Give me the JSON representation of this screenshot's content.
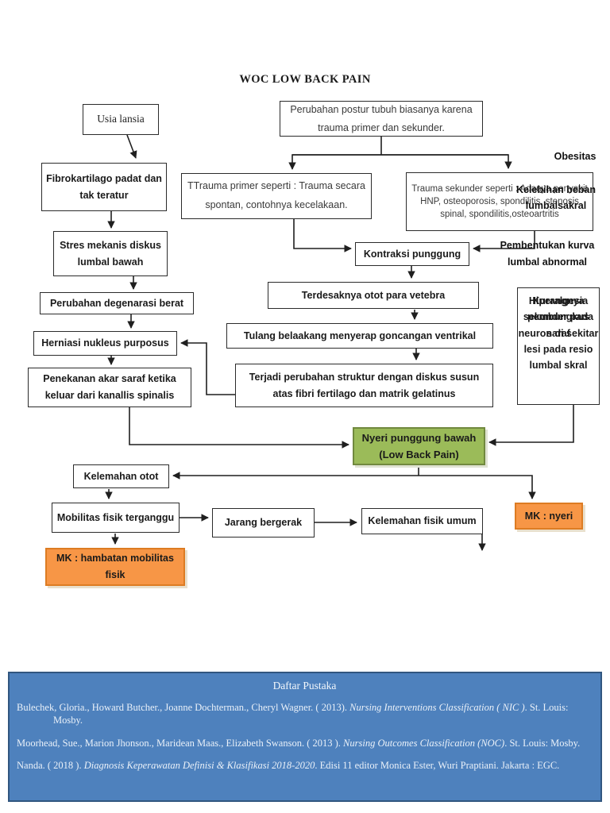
{
  "title": "WOC LOW BACK PAIN",
  "nodes": {
    "usia_lansia": "Usia lansia",
    "perubahan_postur": "Perubahan postur tubuh biasanya karena trauma primer dan sekunder.",
    "fibrokartilago": "Fibrokartilago padat dan tak teratur",
    "trauma_primer": "TTrauma primer seperti : Trauma secara spontan, contohnya kecelakaan.",
    "trauma_sekunder": "Trauma sekunder seperti : Adanya penyakit HNP, osteoporosis, spondilitis, stenosis spinal, spondilitis,osteoartritis",
    "stres_mekanis": "Stres mekanis diskus lumbal bawah",
    "kontraksi_punggung": "Kontraksi punggung",
    "terdesaknya_otot": "Terdesaknya otot para vetebra",
    "perubahan_degenarasi": "Perubahan degenarasi berat",
    "tulang_belakang": "Tulang belaakang menyerap goncangan ventrikal",
    "herniasi": "Herniasi nukleus purposus",
    "hiperalgesia": "Hiperalgesia sekunder pada neuron di sekitar lesi pada resio lumbal skral",
    "kurangnya": "Kurangnya pembungkus saraf",
    "terjadi_perubahan": "Terjadi perubahan struktur dengan diskus susun atas fibri fertilago dan matrik gelatinus",
    "penekanan_akar": "Penekanan akar saraf ketika keluar dari kanallis spinalis",
    "nyeri_punggung": "Nyeri punggung bawah (Low Back Pain)",
    "kelemahan_otot": "Kelemahan otot",
    "mobilitas_fisik": "Mobilitas fisik terganggu",
    "jarang_bergerak": "Jarang bergerak",
    "kelemahan_fisik": "Kelemahan fisik umum",
    "mk_nyeri": "MK : nyeri",
    "mk_hambatan": "MK : hambatan mobilitas fisik"
  },
  "floating_labels": {
    "obesitas": "Obesitas",
    "kelebihan_beban": "Kelebihan beban lumbalsakral",
    "pembentukan_kurva": "Pembentukan kurva lumbal abnormal"
  },
  "colors": {
    "outcome_green": "#9BBB59",
    "outcome_green_border": "#71893F",
    "mk_orange": "#F79646",
    "mk_orange_border": "#DD7C23",
    "references_blue": "#4E81BD",
    "references_blue_border": "#31567F",
    "line_black": "#1f1f1f"
  },
  "daftar_pustaka": {
    "title": "Daftar Pustaka",
    "references": [
      {
        "before": "Bulechek, Gloria., Howard Butcher., Joanne Dochterman., Cheryl Wagner. ( 2013). ",
        "italic": "Nursing Interventions Classification ( NIC )",
        "after": ". St. Louis: Mosby."
      },
      {
        "before": "Moorhead, Sue., Marion Jhonson., Maridean Maas., Elizabeth Swanson. ( 2013 ). ",
        "italic": "Nursing Outcomes  Classification (NOC)",
        "after": ". St. Louis: Mosby."
      },
      {
        "before": "Nanda. ( 2018 ). ",
        "italic": "Diagnosis Keperawatan Definisi & Klasifikasi 2018-2020",
        "after": ". Edisi 11 editor Monica Ester, Wuri Praptiani. Jakarta : EGC."
      }
    ]
  }
}
